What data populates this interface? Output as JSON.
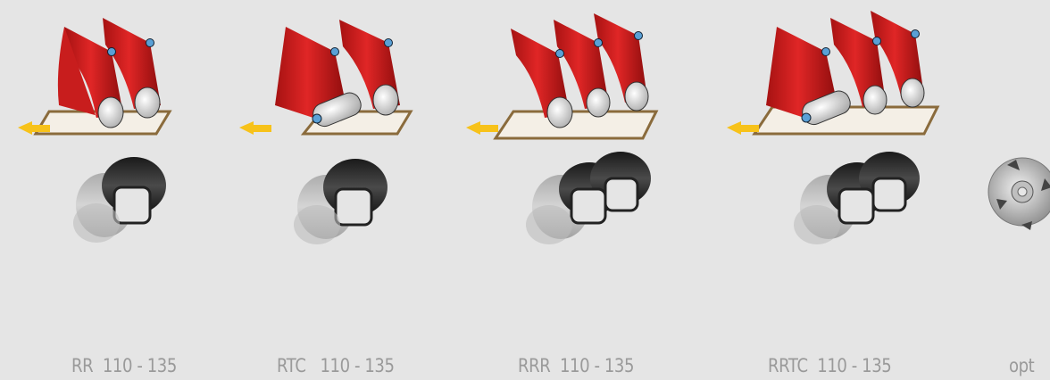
{
  "models": [
    {
      "id": "rr",
      "label": "RR  110 - 135",
      "belts": 2,
      "contact": false
    },
    {
      "id": "rtc",
      "label": "RTC   110 - 135",
      "belts": 2,
      "contact": true
    },
    {
      "id": "rrr",
      "label": "RRR  110 - 135",
      "belts": 3,
      "contact": false
    },
    {
      "id": "rrtc",
      "label": "RRTC  110 - 135",
      "belts": 3,
      "contact": true
    },
    {
      "id": "opt",
      "label": "opt"
    }
  ],
  "colors": {
    "belt": "#d42020",
    "belt_dark": "#8e0d0d",
    "platform": "#f4efe6",
    "platform_edge": "#8a6b3c",
    "arrow": "#f7c21a",
    "roller": "#e8e8e8",
    "pin": "#5aa0d6"
  }
}
